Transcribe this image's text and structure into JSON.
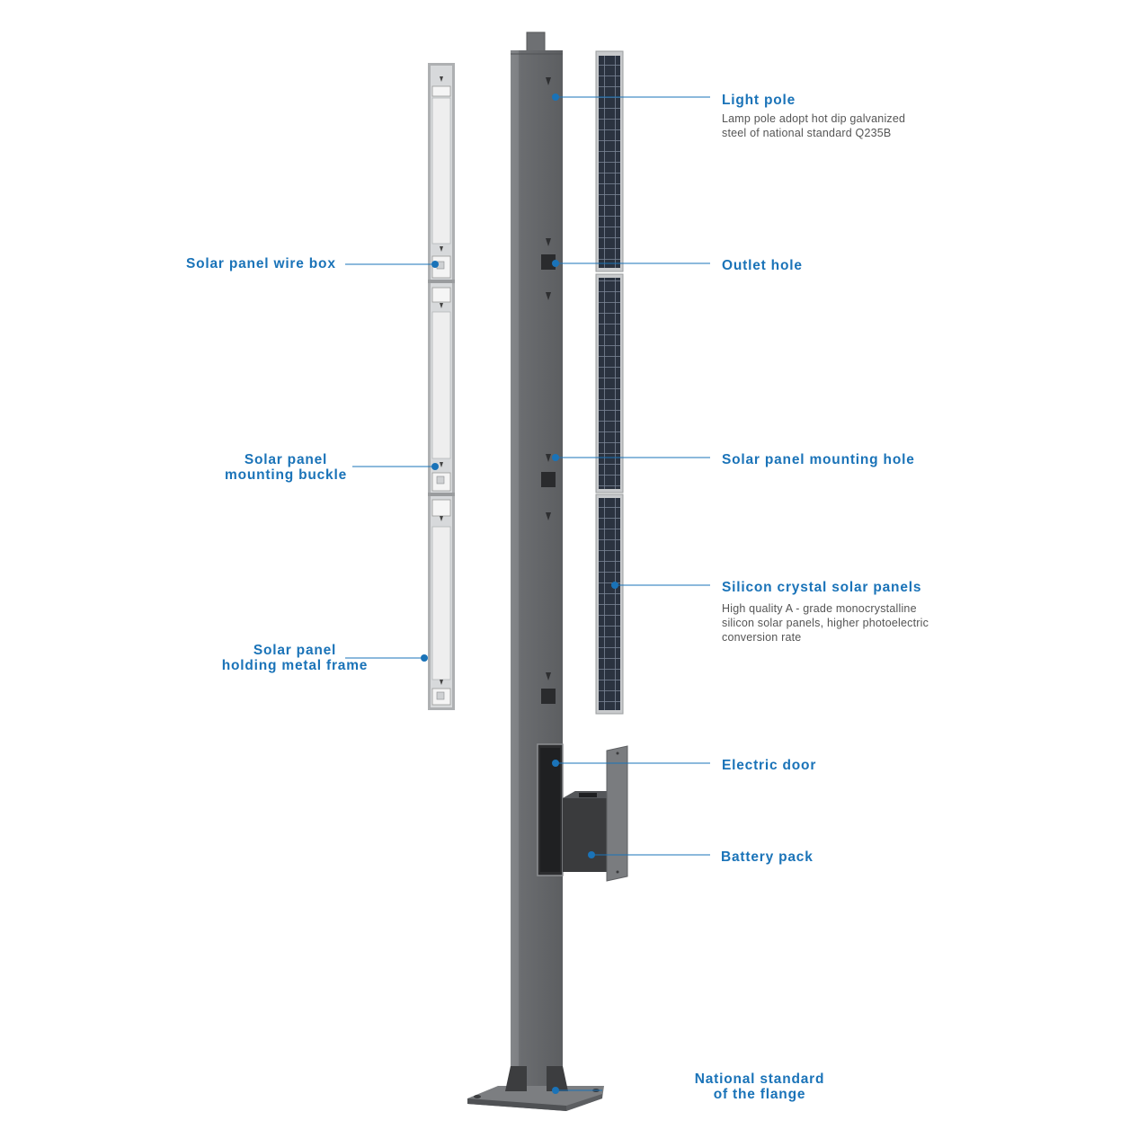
{
  "colors": {
    "accent": "#1a73b8",
    "pole": "#6b6d70",
    "description": "#555555"
  },
  "labels": {
    "light_pole": {
      "title": "Light pole",
      "desc": [
        "Lamp pole adopt hot dip galvanized",
        "steel of national standard Q235B"
      ]
    },
    "outlet_hole": {
      "title": "Outlet hole"
    },
    "mounting_hole": {
      "title": "Solar panel mounting hole"
    },
    "silicon_panels": {
      "title": "Silicon crystal solar panels",
      "desc": [
        "High quality A - grade monocrystalline",
        "silicon solar panels, higher photoelectric",
        "conversion rate"
      ]
    },
    "electric_door": {
      "title": "Electric door"
    },
    "battery_pack": {
      "title": "Battery pack"
    },
    "flange": {
      "title": [
        "National standard",
        "of the flange"
      ]
    },
    "wire_box": {
      "title": "Solar panel wire box"
    },
    "mounting_buckle": {
      "title": [
        "Solar panel",
        "mounting buckle"
      ]
    },
    "metal_frame": {
      "title": [
        "Solar panel",
        "holding metal frame"
      ]
    }
  }
}
